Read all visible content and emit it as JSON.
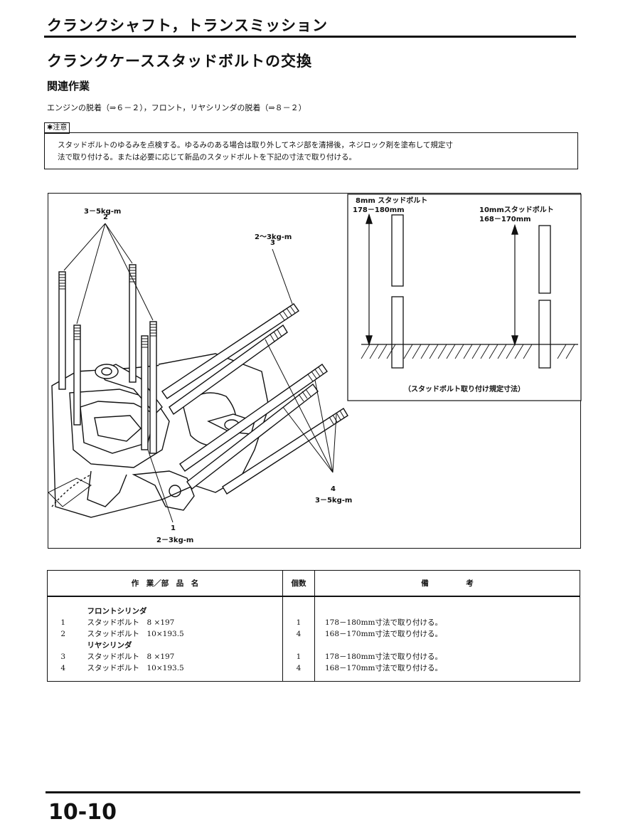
{
  "header": {
    "section": "クランクシャフト，トランスミッション"
  },
  "page": {
    "title": "クランクケーススタッドボルトの交換",
    "subheading": "関連作業",
    "related": "エンジンの脱着（⇒６－２），フロント，リヤシリンダの脱着（⇒８－２）"
  },
  "caution": {
    "label": "注意",
    "line1": "スタッドボルトのゆるみを点検する。ゆるみのある場合は取り外してネジ部を清掃後，ネジロック剤を塗布して規定寸",
    "line2": "法で取り付ける。または必要に応じて新品のスタッドボルトを下記の寸法で取り付ける。"
  },
  "figure": {
    "callout2_torque": "3－5kg-m",
    "callout2_num": "2",
    "callout3_torque": "2～3kg-m",
    "callout3_num": "3",
    "callout4_num": "4",
    "callout4_torque": "3－5kg-m",
    "callout1_num": "1",
    "callout1_torque": "2－3kg-m",
    "stud8_title": "8mm スタッドボルト",
    "stud8_dim": "178－180mm",
    "stud10_title": "10mmスタッドボルト",
    "stud10_dim": "168－170mm",
    "inset_caption": "（スタッドボルト取り付け規定寸法）"
  },
  "table": {
    "headers": {
      "name": "作　業／部　品　名",
      "qty": "個数",
      "note": "備　　　　　考"
    },
    "rows": [
      {
        "group": "フロントシリンダ"
      },
      {
        "num": "1",
        "name": "スタッドボルト　8 ×197",
        "qty": "1",
        "note": "178－180mm寸法で取り付ける。"
      },
      {
        "num": "2",
        "name": "スタッドボルト　10×193.5",
        "qty": "4",
        "note": "168－170mm寸法で取り付ける。"
      },
      {
        "group": "リヤシリンダ"
      },
      {
        "num": "3",
        "name": "スタッドボルト　8 ×197",
        "qty": "1",
        "note": "178－180mm寸法で取り付ける。"
      },
      {
        "num": "4",
        "name": "スタッドボルト　10×193.5",
        "qty": "4",
        "note": "168－170mm寸法で取り付ける。"
      }
    ]
  },
  "footer": {
    "page_number": "10-10"
  }
}
